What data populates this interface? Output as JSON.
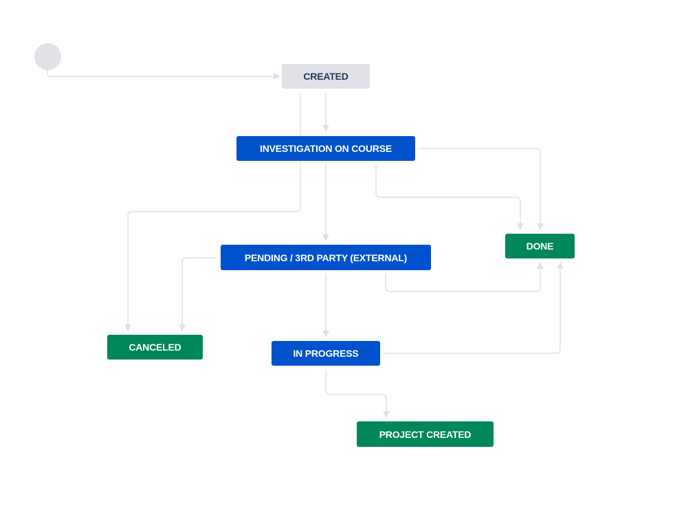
{
  "workflow": {
    "statuses": {
      "created": {
        "label": "CREATED",
        "category": "todo"
      },
      "investigation": {
        "label": "INVESTIGATION ON COURSE",
        "category": "in-progress"
      },
      "pending": {
        "label": "PENDING / 3RD PARTY (EXTERNAL)",
        "category": "in-progress"
      },
      "done": {
        "label": "DONE",
        "category": "done"
      },
      "canceled": {
        "label": "CANCELED",
        "category": "done"
      },
      "in_progress": {
        "label": "IN PROGRESS",
        "category": "in-progress"
      },
      "project_created": {
        "label": "PROJECT CREATED",
        "category": "done"
      }
    },
    "transitions": [
      {
        "from": "start",
        "to": "created"
      },
      {
        "from": "created",
        "to": "investigation"
      },
      {
        "from": "created",
        "to": "canceled"
      },
      {
        "from": "investigation",
        "to": "pending"
      },
      {
        "from": "investigation",
        "to": "done"
      },
      {
        "from": "investigation",
        "to": "done"
      },
      {
        "from": "pending",
        "to": "canceled"
      },
      {
        "from": "pending",
        "to": "in_progress"
      },
      {
        "from": "pending",
        "to": "done"
      },
      {
        "from": "in_progress",
        "to": "done"
      },
      {
        "from": "in_progress",
        "to": "project_created"
      }
    ]
  },
  "colors": {
    "todo": "#dfe1e6",
    "todo_text": "#253858",
    "in_progress": "#0052cc",
    "done": "#00875a",
    "connector": "#dfe1e6"
  }
}
